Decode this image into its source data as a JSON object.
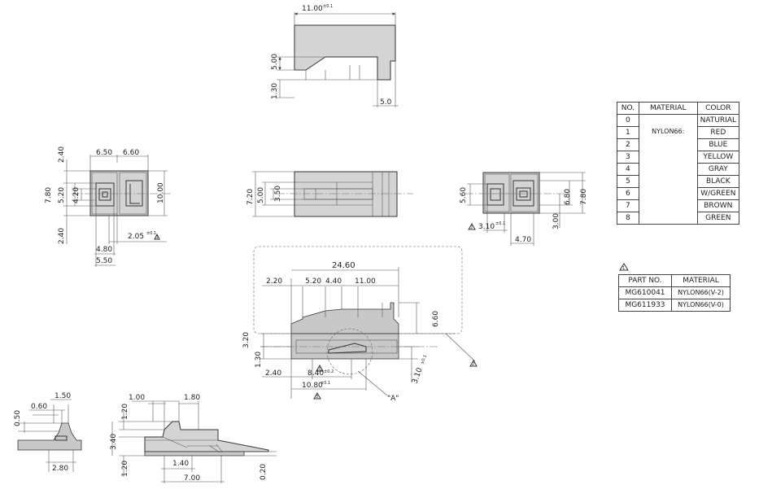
{
  "dims": {
    "top_width": "11.00",
    "top_width_tol": "±0.1",
    "top_h1": "5.00",
    "top_h2": "1.30",
    "top_tail": "5.0",
    "left_w1": "6.50",
    "left_w2": "6.60",
    "left_h_top": "2.40",
    "left_h_bot": "2.40",
    "left_h1": "7.80",
    "left_h2": "5.20",
    "left_h3": "4.20",
    "left_h_right": "10.00",
    "left_b1": "4.80",
    "left_b2": "5.50",
    "left_b3": "2.05",
    "left_b3_tol": "±0.1",
    "mid_h1": "7.20",
    "mid_h2": "5.00",
    "mid_h3": "3.50",
    "right_h1": "5.60",
    "right_h2": "6.80",
    "right_h3": "7.80",
    "right_b1": "3.10",
    "right_b1_tol": "±0.1",
    "right_b2": "3.00",
    "right_b3": "4.70",
    "sec_total": "24.60",
    "sec_a": "2.20",
    "sec_b": "5.20",
    "sec_c": "4.40",
    "sec_d": "11.00",
    "sec_h1": "6.60",
    "sec_h2": "3.20",
    "sec_h3": "1.30",
    "sec_l1": "2.40",
    "sec_l2": "8.40",
    "sec_l2_tol": "±0.2",
    "sec_l3": "10.80",
    "sec_l3_tol": "±0.1",
    "sec_v1": "3.10",
    "sec_v1_tol": "±0.1",
    "detail_label": "\"A\"",
    "dl_a": "1.50",
    "dl_b": "0.60",
    "dl_c": "0.50",
    "dl_d": "2.80",
    "dr_a": "1.00",
    "dr_b": "1.80",
    "dr_c": "1.20",
    "dr_d": "3.40",
    "dr_e": "1.20",
    "dr_f": "1.40",
    "dr_g": "7.00",
    "dr_h": "0.20",
    "flag_2": "2",
    "flag_3": "3"
  },
  "color_table": {
    "headers": [
      "NO.",
      "MATERIAL",
      "COLOR"
    ],
    "material": "NYLON66:",
    "rows": [
      {
        "no": "0",
        "color": "NATURIAL"
      },
      {
        "no": "1",
        "color": "RED"
      },
      {
        "no": "2",
        "color": "BLUE"
      },
      {
        "no": "3",
        "color": "YELLOW"
      },
      {
        "no": "4",
        "color": "GRAY"
      },
      {
        "no": "5",
        "color": "BLACK"
      },
      {
        "no": "6",
        "color": "W/GREEN"
      },
      {
        "no": "7",
        "color": "BROWN"
      },
      {
        "no": "8",
        "color": "GREEN"
      }
    ]
  },
  "part_table": {
    "flag": "1",
    "headers": [
      "PART NO.",
      "MATERIAL"
    ],
    "rows": [
      {
        "part": "MG610041",
        "material": "NYLON66(V-2)"
      },
      {
        "part": "MG611933",
        "material": "NYLON66(V-0)"
      }
    ]
  }
}
